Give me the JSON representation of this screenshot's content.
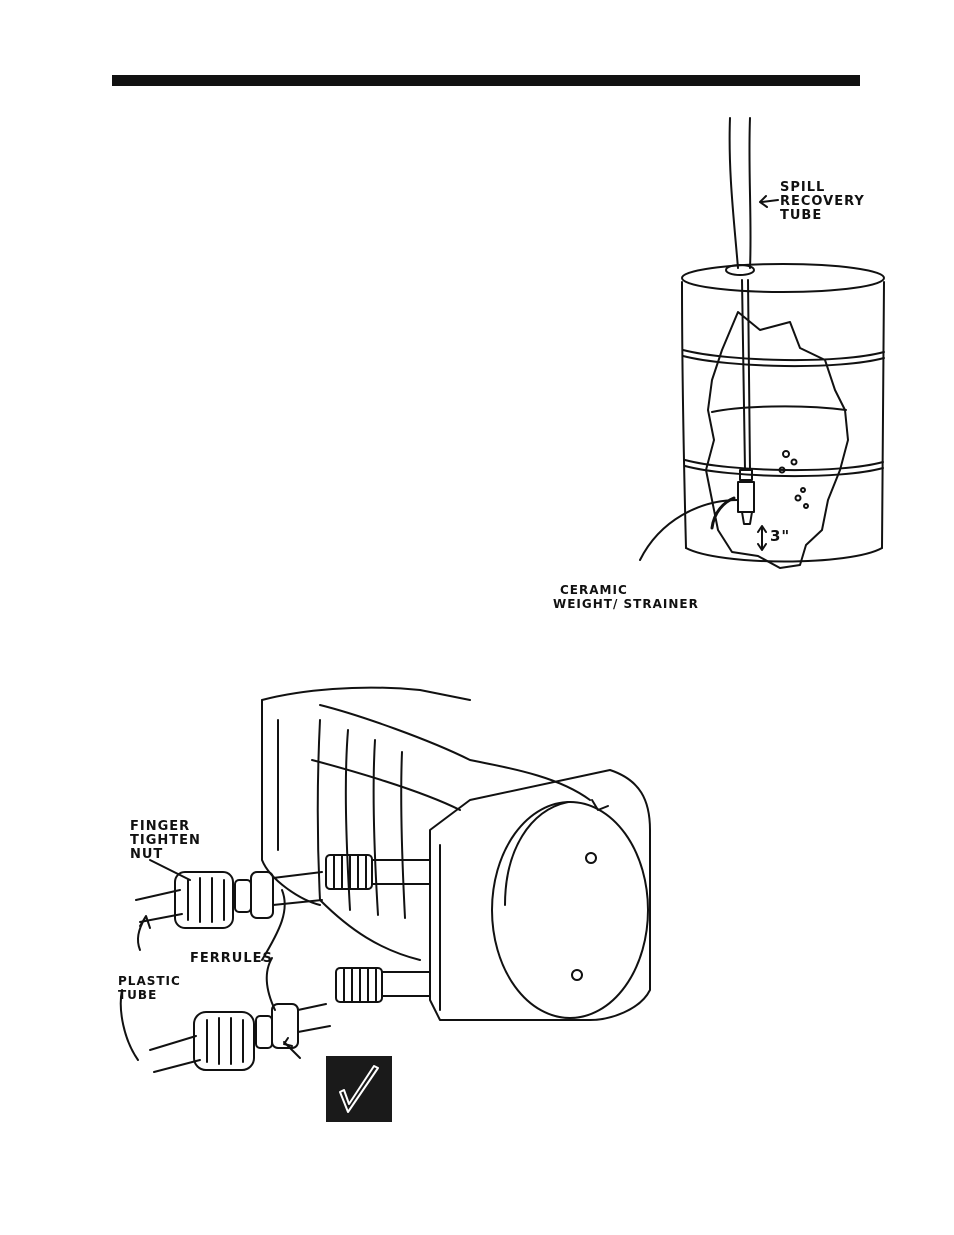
{
  "labels": {
    "spill_line1": "SPILL",
    "spill_line2": "RECOVERY",
    "spill_line3": "TUBE",
    "measurement": "3\"",
    "ceramic_line1": "CERAMIC",
    "ceramic_line2": "WEIGHT/ STRAINER",
    "finger_line1": "FINGER",
    "finger_line2": "TIGHTEN",
    "finger_line3": "NUT",
    "ferrules": "FERRULES",
    "plastic_line1": "PLASTIC",
    "plastic_line2": "TUBE"
  },
  "colors": {
    "ink": "#111111",
    "rule": "#111111",
    "check_bg": "#1a1a1a"
  },
  "icons": {
    "checkmark": "checkmark-icon"
  }
}
